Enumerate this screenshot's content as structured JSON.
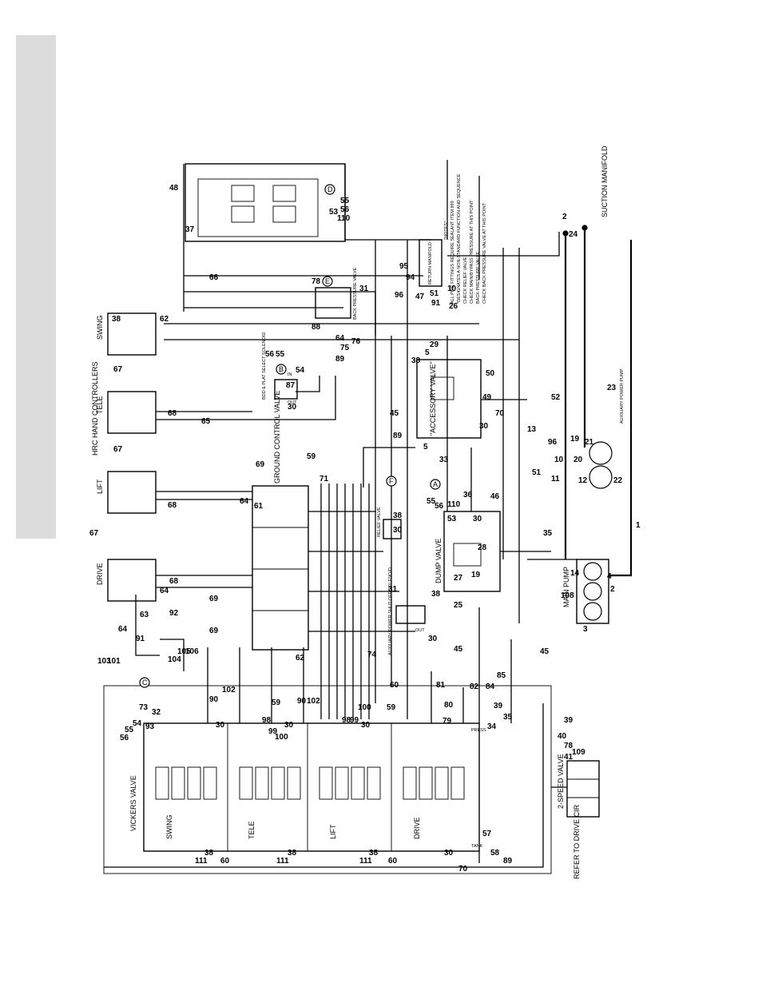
{
  "components": {
    "hand_controllers": "HRC HAND CONTROLLERS",
    "swing": "SWING",
    "tele": "TELE",
    "lift": "LIFT",
    "drive": "DRIVE",
    "ground_control_valve": "GROUND CONTROL VALVE",
    "vickers_valve": "VICKERS VALVE",
    "dump_valve": "DUMP VALVE",
    "accessory_valve": "\"ACCESSORY VALVE\"",
    "back_pressure_valve": "BACK PRESSURE VALVE",
    "bdd_plat_solenoid": "BDD & PLAT SELECT SOLENOID",
    "aux_power_solenoid": "AUXILIARY POWER SHUT-OFF SOLENOID",
    "relief_valve": "RELIEF VALVE",
    "main_pump": "MAIN PUMP",
    "aux_pump": "AUXILIARY POWER PUMP",
    "return_manifold": "RETURN MANIFOLD",
    "suction_manifold": "SUCTION MANIFOLD",
    "two_speed_valve": "2-SPEED VALVE",
    "refer_drive": "REFER TO DRIVE CIR",
    "tank": "TANK",
    "press": "PRESS",
    "out": "OUT",
    "in": "IN"
  },
  "notes": {
    "title": "*NOTES*",
    "lines": [
      "ALL PIPE FITTINGS REQUIRE SEALANT ITEM 999",
      "*DESIGNATES A NON-STANDARD FUNCTION AND SEQUENCE",
      "CHECK RELIEF VALVE",
      "CHECK MAIN/BYPASS PRESSURE AT THIS POINT",
      "BACK PRESSURE VALVE",
      "CHECK BACK PRESSURE VALVE AT THIS POINT"
    ],
    "marker_a": "A",
    "marker_b": "B",
    "marker_c": "C",
    "marker_d": "D",
    "marker_e": "E",
    "marker_f": "F"
  },
  "callouts": {
    "n1": "1",
    "n2": "2",
    "n3": "3",
    "n4": "4",
    "n5": "5",
    "n10": "10",
    "n11": "11",
    "n12": "12",
    "n13": "13",
    "n14": "14",
    "n19": "19",
    "n20": "20",
    "n21": "21",
    "n22": "22",
    "n23": "23",
    "n24": "24",
    "n25": "25",
    "n26": "26",
    "n27": "27",
    "n28": "28",
    "n29": "29",
    "n30": "30",
    "n31": "31",
    "n32": "32",
    "n33": "33",
    "n34": "34",
    "n35": "35",
    "n36": "36",
    "n37": "37",
    "n38": "38",
    "n39": "39",
    "n40": "40",
    "n41": "41",
    "n45": "45",
    "n46": "46",
    "n47": "47",
    "n48": "48",
    "n49": "49",
    "n50": "50",
    "n51": "51",
    "n52": "52",
    "n53": "53",
    "n54": "54",
    "n55": "55",
    "n56": "56",
    "n57": "57",
    "n58": "58",
    "n59": "59",
    "n60": "60",
    "n61": "61",
    "n62": "62",
    "n63": "63",
    "n64": "64",
    "n65": "65",
    "n66": "66",
    "n67": "67",
    "n68": "68",
    "n69": "69",
    "n70": "70",
    "n71": "71",
    "n73": "73",
    "n74": "74",
    "n75": "75",
    "n76": "76",
    "n78": "78",
    "n79": "79",
    "n80": "80",
    "n81": "81",
    "n82": "82",
    "n84": "84",
    "n85": "85",
    "n87": "87",
    "n88": "88",
    "n89": "89",
    "n90": "90",
    "n91": "91",
    "n92": "92",
    "n93": "93",
    "n94": "94",
    "n95": "95",
    "n96": "96",
    "n98": "98",
    "n99": "99",
    "n100": "100",
    "n101": "101",
    "n102": "102",
    "n103": "103",
    "n104": "104",
    "n105": "105",
    "n106": "106",
    "n108": "108",
    "n109": "109",
    "n110": "110",
    "n111": "111"
  }
}
